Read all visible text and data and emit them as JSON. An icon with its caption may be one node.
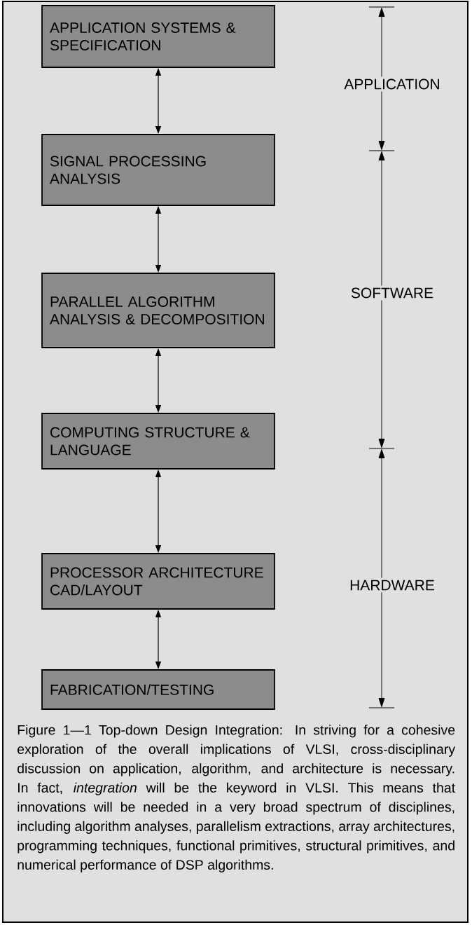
{
  "diagram": {
    "caption": "Figure 1—1   Top-down Design Integration: In striving for a cohesive exploration of the overall implications of VLSI, cross-disciplinary discussion on application, algorithm, and architecture is necessary. In fact, *integration* will be the keyword in VLSI. This means that innovations will be needed in a very broad spectrum of disciplines, including algorithm analyses, parallelism extractions, array architectures, programming techniques, functional primitives, structural primitives, and numerical performance of DSP algorithms.",
    "nodes": [
      {
        "text": [
          "APPLICATION SYSTEMS & SPECIFICATION"
        ]
      },
      {
        "text": [
          "SIGNAL PROCESSING ANALYSIS"
        ]
      },
      {
        "text": [
          "PARALLEL ALGORITHM ANALYSIS & DECOMPOSITION"
        ]
      },
      {
        "text": [
          "COMPUTING STRUCTURE & LANGUAGE"
        ]
      },
      {
        "text": [
          "PROCESSOR ARCHITECTURE CAD/LAYOUT"
        ]
      },
      {
        "text": [
          "FABRICATION/TESTING"
        ]
      }
    ],
    "edges": [
      {
        "from": 0,
        "to": 1,
        "arrow": "both"
      },
      {
        "from": 1,
        "to": 2,
        "arrow": "both"
      },
      {
        "from": 2,
        "to": 3,
        "arrow": "both"
      },
      {
        "from": 3,
        "to": 4,
        "arrow": "both"
      },
      {
        "from": 4,
        "to": 5,
        "arrow": "both"
      }
    ],
    "labels": [
      "APPLICATION",
      "SOFTWARE",
      "HARDWARE"
    ]
  }
}
